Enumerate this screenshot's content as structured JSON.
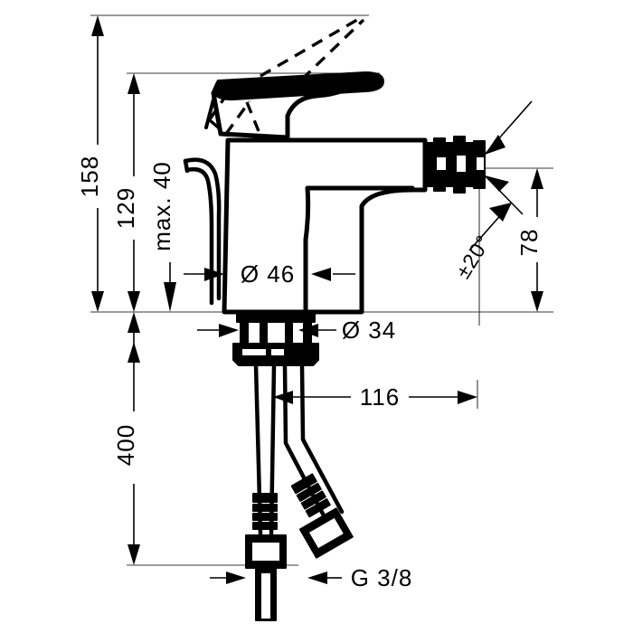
{
  "drawing": {
    "title": "Bidet mixer technical dimension drawing",
    "type": "technical-line-drawing",
    "units": "mm",
    "line_color": "#000000",
    "thin_line_color": "#3a3a3a",
    "background_color": "#ffffff"
  },
  "dimensions": {
    "overall_height": "158",
    "spout_height": "129",
    "lever_clearance": "max. 40",
    "body_diameter": "Ø 46",
    "shank_diameter": "Ø 34",
    "projection": "116",
    "hose_length": "400",
    "spout_reach_height": "78",
    "swivel_angle": "±20°",
    "thread_size": "G 3/8"
  },
  "annotations": [
    {
      "id": "height-158",
      "label": "158",
      "kind": "vertical-dimension"
    },
    {
      "id": "height-129",
      "label": "129",
      "kind": "vertical-dimension"
    },
    {
      "id": "max-40",
      "label": "max. 40",
      "kind": "vertical-dimension"
    },
    {
      "id": "dia-46",
      "label": "Ø 46",
      "kind": "diameter-dimension"
    },
    {
      "id": "dia-34",
      "label": "Ø 34",
      "kind": "diameter-dimension"
    },
    {
      "id": "len-116",
      "label": "116",
      "kind": "horizontal-dimension"
    },
    {
      "id": "len-400",
      "label": "400",
      "kind": "vertical-dimension"
    },
    {
      "id": "height-78",
      "label": "78",
      "kind": "vertical-dimension"
    },
    {
      "id": "angle-20",
      "label": "±20°",
      "kind": "angle-annotation"
    },
    {
      "id": "thread-g38",
      "label": "G 3/8",
      "kind": "thread-callout"
    }
  ]
}
